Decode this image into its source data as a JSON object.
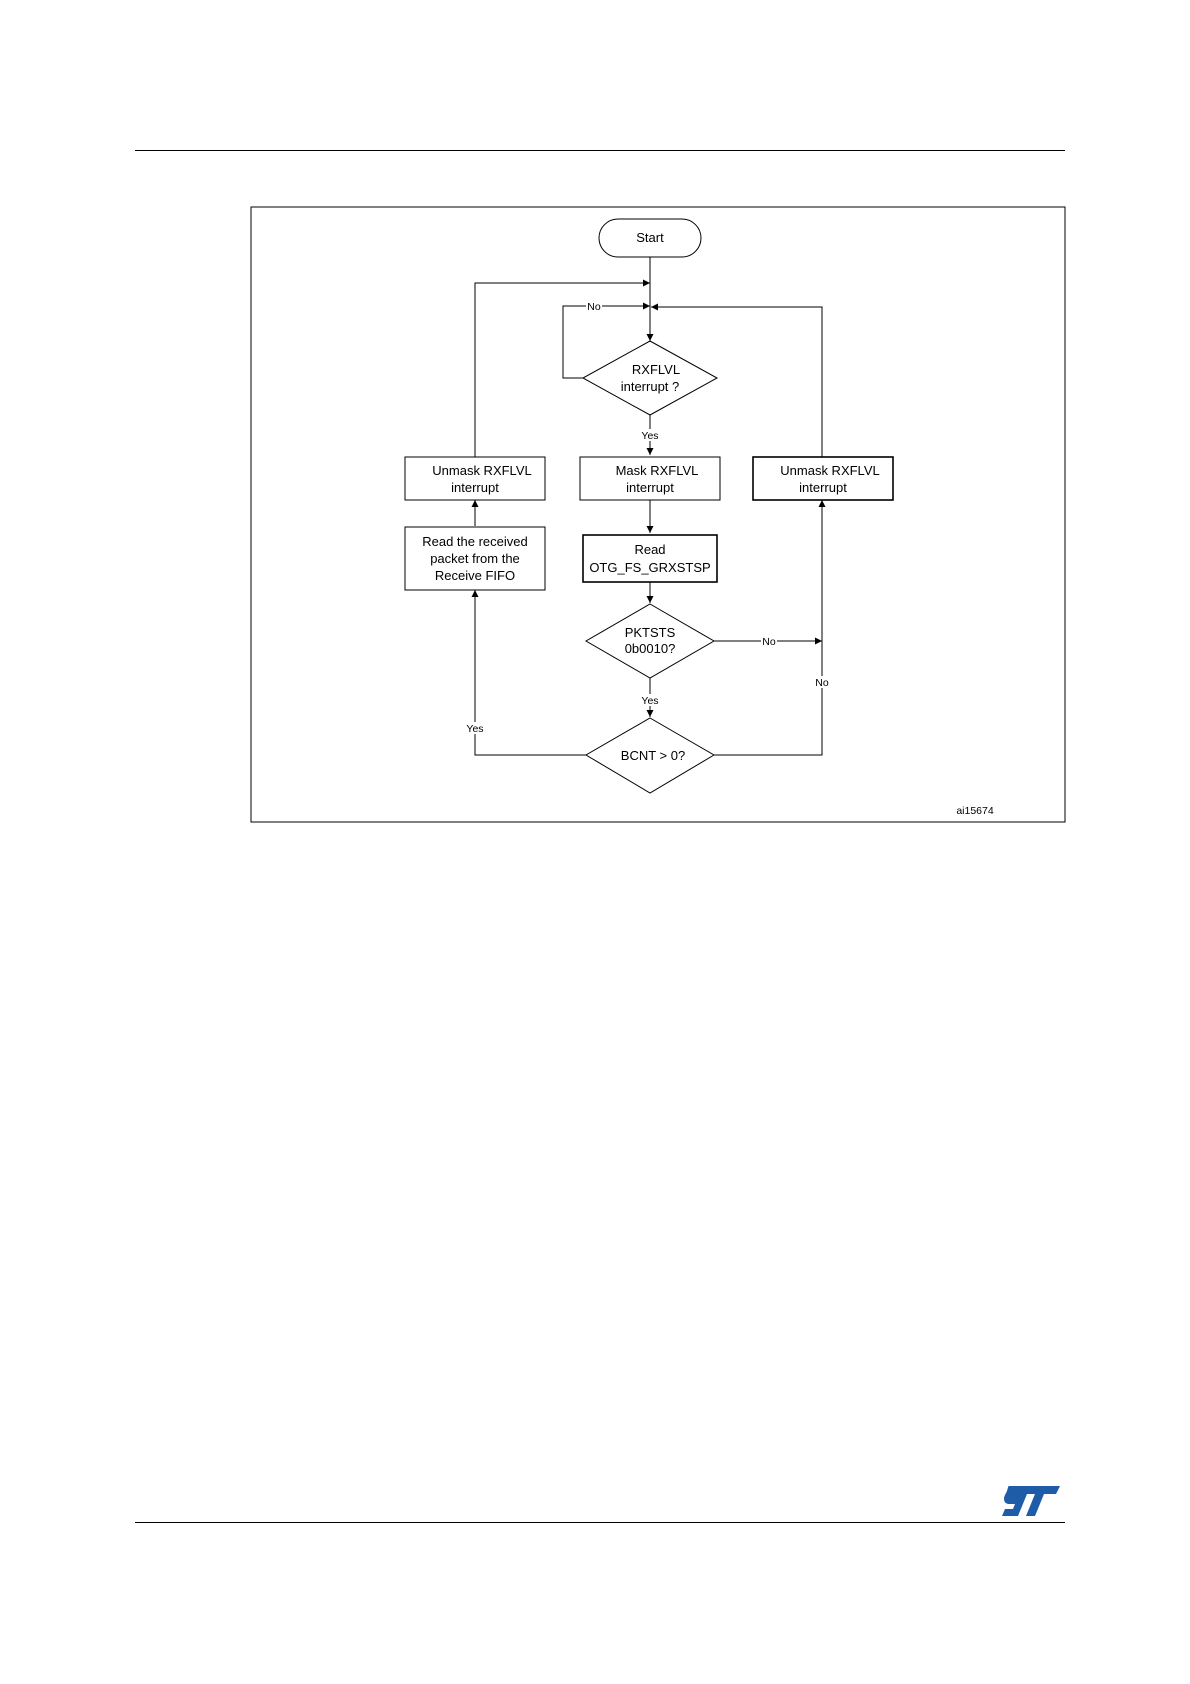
{
  "figure": {
    "id_label": "ai15674",
    "nodes": {
      "start": "Start",
      "rxflvl_q": [
        "RXFLVL",
        "interrupt ?"
      ],
      "mask": [
        "Mask RXFLVL",
        "interrupt"
      ],
      "read_grxstsp": [
        "Read",
        "OTG_FS_GRXSTSP"
      ],
      "pktsts_q": [
        "PKTSTS",
        "0b0010?"
      ],
      "bcnt_q": "BCNT > 0?",
      "unmask_left": [
        "Unmask RXFLVL",
        "interrupt"
      ],
      "read_fifo": [
        "Read the received",
        "packet from the",
        "Receive FIFO"
      ],
      "unmask_right": [
        "Unmask RXFLVL",
        "interrupt"
      ]
    },
    "edge_labels": {
      "rxflvl_no": "No",
      "rxflvl_yes": "Yes",
      "pktsts_no": "No",
      "pktsts_yes": "Yes",
      "bcnt_no": "No",
      "bcnt_yes": "Yes"
    }
  },
  "footer": {
    "logo": "ST",
    "logo_color": "#1f5ca8"
  }
}
